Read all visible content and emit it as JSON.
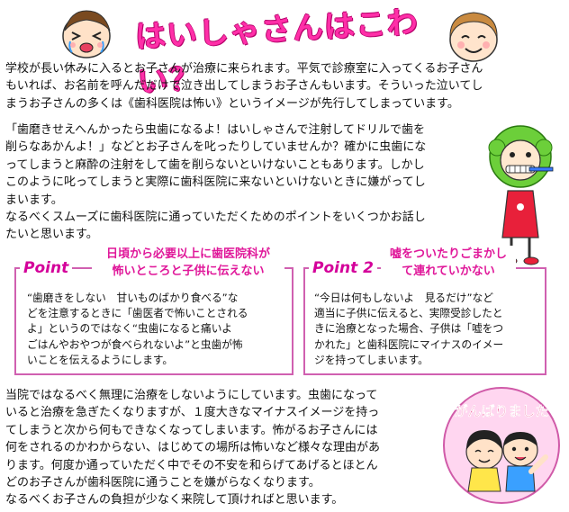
{
  "title": "はいしゃさんはこわい？",
  "intro": "学校が長い休みに入るとお子さんが治療に来られます。平気で診療室に入ってくるお子さん\nもいれば、お名前を呼んだだけで泣き出してしまうお子さんもいます。そういった泣いてし\nまうお子さんの多くは《歯科医院は怖い》というイメージが先行してしまっています。",
  "scold": "「歯磨きせえへんかったら虫歯になるよ！はいしゃさんで注射してドリルで歯を\n削らなあかんよ！」などとお子さんを叱ったりしていませんか？確かに虫歯にな\nってしまうと麻酔の注射をして歯を削らないといけないこともあります。しかし\nこのように叱ってしまうと実際に歯科医院に来ないといけないときに嫌がってし\nまいます。\nなるべくスムーズに歯科医院に通っていただくためのポイントをいくつかお話し\nたいと思います。",
  "point1": {
    "label": "Point",
    "heading": "日頃から必要以上に歯医院科が\n怖いところと子供に伝えない",
    "body": "“歯磨きをしない　甘いものばかり食べる”な\nどを注意するときに「歯医者で怖いことされる\nよ」というのではなく“虫歯になると痛いよ\nごはんやおやつが食べられないよ”と虫歯が怖\nいことを伝えるようにします。"
  },
  "point2": {
    "label": "Point 2",
    "heading": "嘘をついたりごまかし\nて連れていかない",
    "body": "“今日は何もしないよ　見るだけ”など\n適当に子供に伝えると、実際受診したと\nきに治療となった場合、子供は「嘘をつ\nかれた」と歯科医院にマイナスのイメー\nジを持ってしまいます。"
  },
  "closing": "当院ではなるべく無理に治療をしないようにしています。虫歯になって\nいると治療を急ぎたくなりますが、１度大きなマイナスイメージを持っ\nてしまうと次から何もできなくなってしまいます。怖がるお子さんには\n何をされるのかわからない、はじめての場所は怖いなど様々な理由があ\nります。何度か通っていただく中でその不安を和らげてあげるとほとん\nどのお子さんが歯科医院に通うことを嫌がらなくなります。\nなるべくお子さんの負担が少なく来院して頂ければと思います。",
  "badge_text": "がんばりました",
  "colors": {
    "title_pink": "#ff2fa8",
    "heading_pink": "#e0189a",
    "box_border": "#d060b0",
    "badge_bg": "#ffd6f0"
  }
}
